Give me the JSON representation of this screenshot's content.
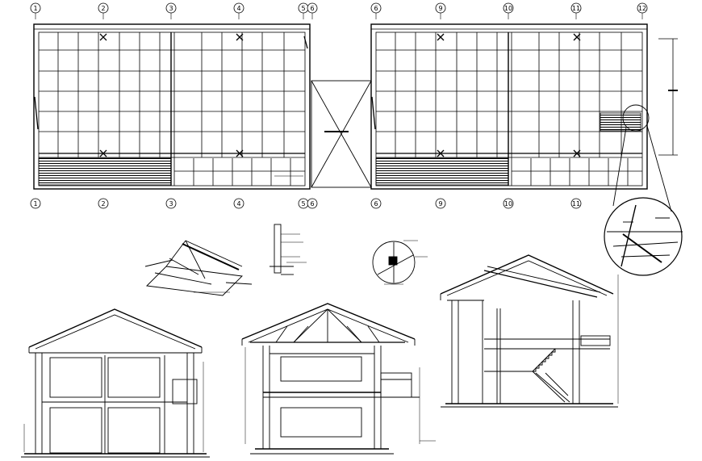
{
  "drawing": {
    "top_axis_labels": [
      "1",
      "2",
      "3",
      "4",
      "5",
      "6",
      "6",
      "9",
      "10",
      "11",
      "12"
    ],
    "bottom_axis_labels": [
      "1",
      "2",
      "3",
      "4",
      "5",
      "6",
      "6",
      "9",
      "10",
      "11"
    ],
    "line_color": "#000000",
    "background": "#ffffff"
  }
}
